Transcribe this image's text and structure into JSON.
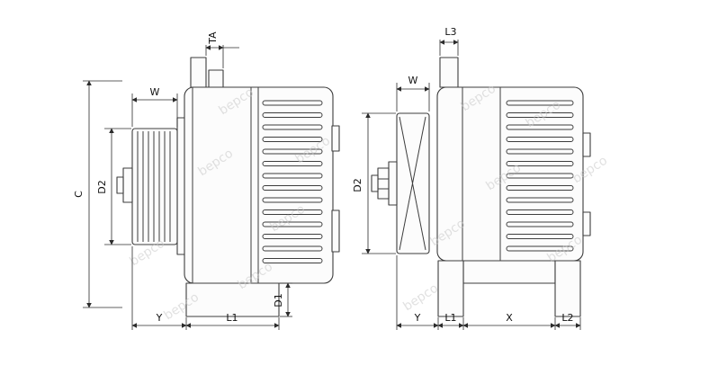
{
  "watermark": {
    "text": "bepco"
  },
  "views": {
    "side": {
      "labels": {
        "TA": "TA",
        "W": "W",
        "D2": "D2",
        "C": "C",
        "Y": "Y",
        "L1": "L1",
        "D1": "D1"
      }
    },
    "front": {
      "labels": {
        "L3": "L3",
        "W": "W",
        "D2": "D2",
        "Y": "Y",
        "L1": "L1",
        "X": "X",
        "L2": "L2"
      }
    }
  }
}
